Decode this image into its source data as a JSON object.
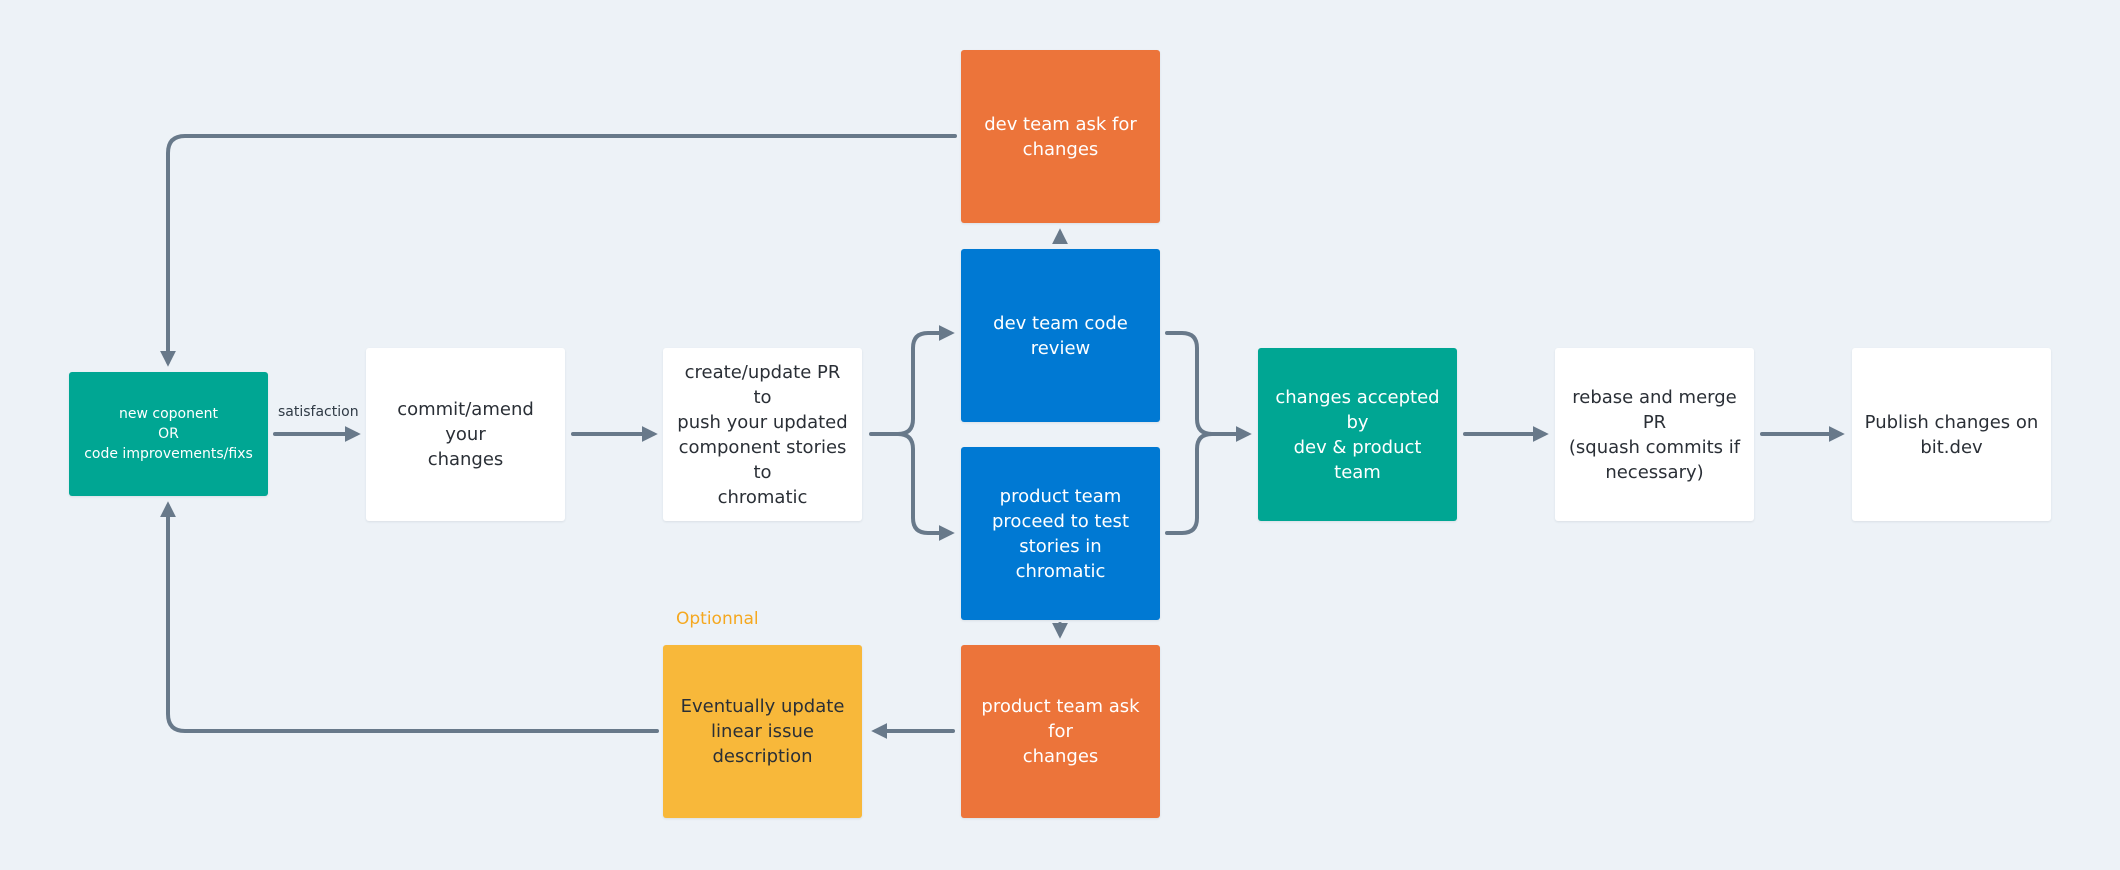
{
  "nodes": {
    "new_component": "new coponent\nOR\ncode improvements/fixs",
    "commit": "commit/amend your\nchanges",
    "create_pr": "create/update PR to\npush your updated\ncomponent stories to\nchromatic",
    "dev_review": "dev team code\nreview",
    "product_test": "product team\nproceed to test\nstories in chromatic",
    "dev_ask": "dev team ask for\nchanges",
    "product_ask": "product team ask for\nchanges",
    "accepted": "changes accepted by\ndev & product team",
    "rebase": "rebase and merge PR\n(squash commits if\nnecessary)",
    "publish": "Publish changes on\nbit.dev",
    "update_linear": "Eventually update\nlinear issue\ndescription"
  },
  "labels": {
    "satisfaction": "satisfaction",
    "optional": "Optionnal"
  },
  "colors": {
    "background": "#edf2f7",
    "connector": "#68798a",
    "teal": "#00a693",
    "blue": "#0079d3",
    "orange": "#ec743a",
    "yellow": "#f8b83a",
    "white": "#ffffff"
  }
}
